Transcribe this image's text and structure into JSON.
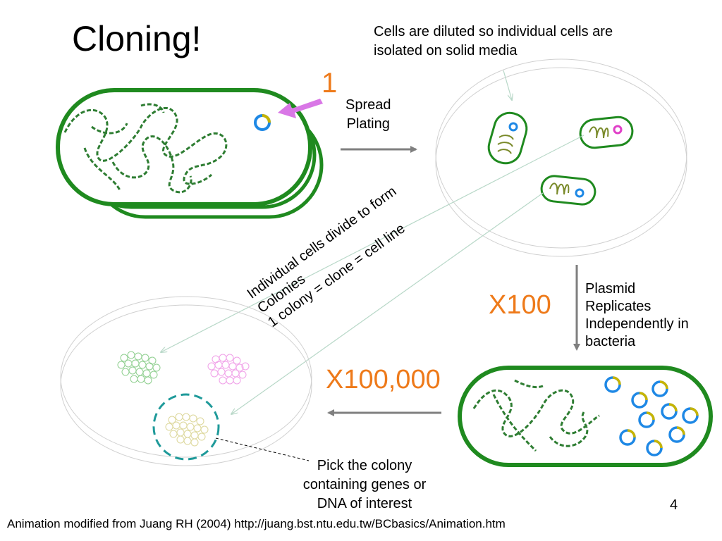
{
  "slide": {
    "title": "Cloning!",
    "top_note": [
      "Cells are diluted so individual cells are",
      "isolated on solid media"
    ],
    "step_number": "1",
    "spread_label": [
      "Spread",
      "Plating"
    ],
    "diagonal_note": [
      "Individual cells divide to form",
      "Colonies",
      "1 colony =  clone = cell line"
    ],
    "replication_factor": "X100",
    "plasmid_note": [
      "Plasmid",
      "Replicates",
      "Independently in",
      "bacteria"
    ],
    "amplification_factor": "X100,000",
    "pick_note": "Pick the colony containing genes or DNA of interest",
    "page_number": "4",
    "footer": "Animation modified from Juang RH (2004) http://juang.bst.ntu.edu.tw/BCbasics/Animation.htm"
  },
  "colors": {
    "cell_green": "#1f8a1f",
    "dna_dark_green": "#2e7d32",
    "plasmid_blue": "#1e88e5",
    "plasmid_yellow": "#c8b400",
    "plasmid_magenta": "#e040c8",
    "highlight_orange": "#ee7a1a",
    "pointer_arrow": "#d977e6",
    "arrow_gray": "#7f7f7f",
    "pick_circle": "#1f9a9a"
  }
}
